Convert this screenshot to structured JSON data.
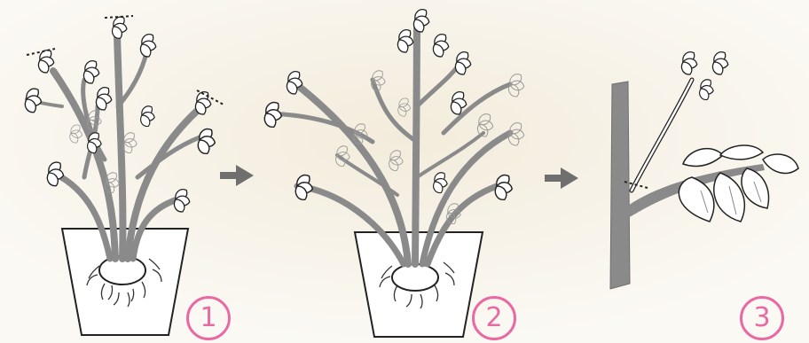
{
  "steps": [
    {
      "label": "1"
    },
    {
      "label": "2"
    },
    {
      "label": "3"
    }
  ],
  "colors": {
    "stem": "#8a8a8a",
    "arrow": "#6f6f6f",
    "ink": "#222222",
    "marker": "#e96aa3",
    "background": "#fbf9f4"
  }
}
